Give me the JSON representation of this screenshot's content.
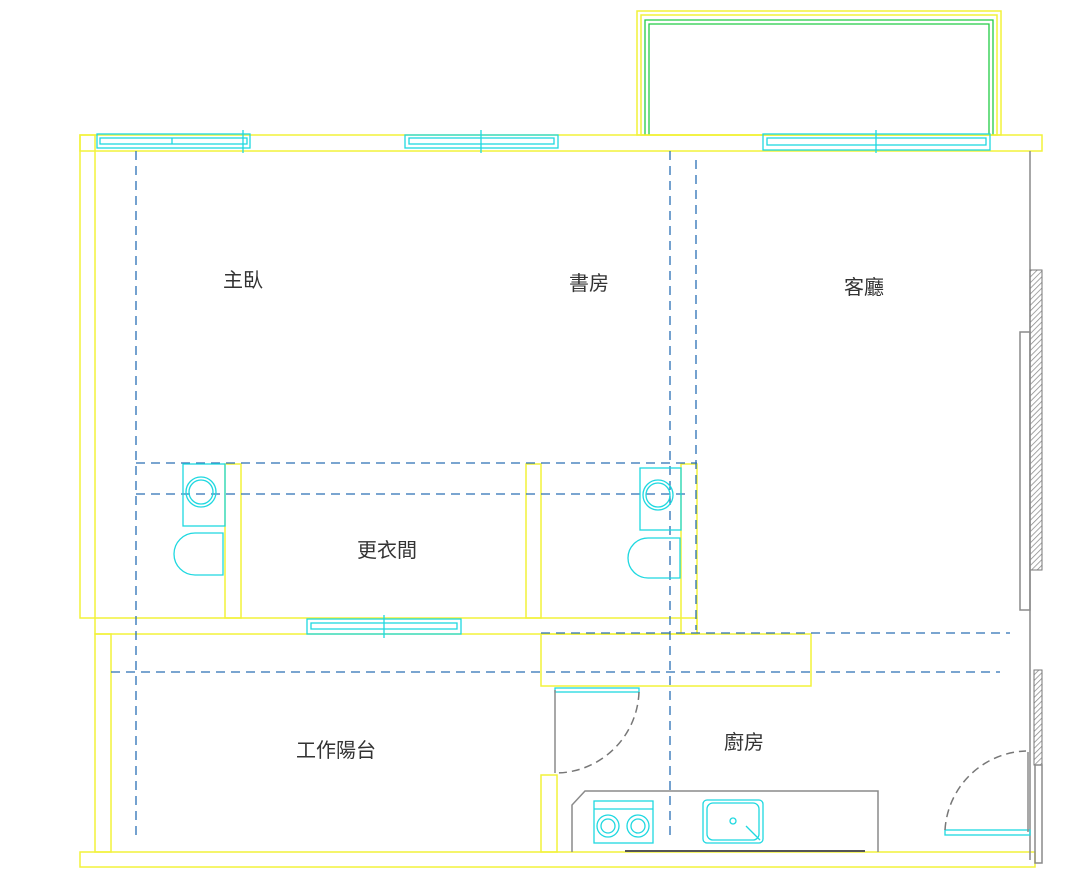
{
  "rooms": {
    "master_bedroom": "主臥",
    "study": "書房",
    "living_room": "客廳",
    "walk_in_closet": "更衣間",
    "utility_balcony": "工作陽台",
    "kitchen": "廚房"
  },
  "colors": {
    "wall": "#f2f23a",
    "fixture": "#1ed8e0",
    "axis": "#2a6fb5",
    "balcony_rail": "#22cc44"
  }
}
